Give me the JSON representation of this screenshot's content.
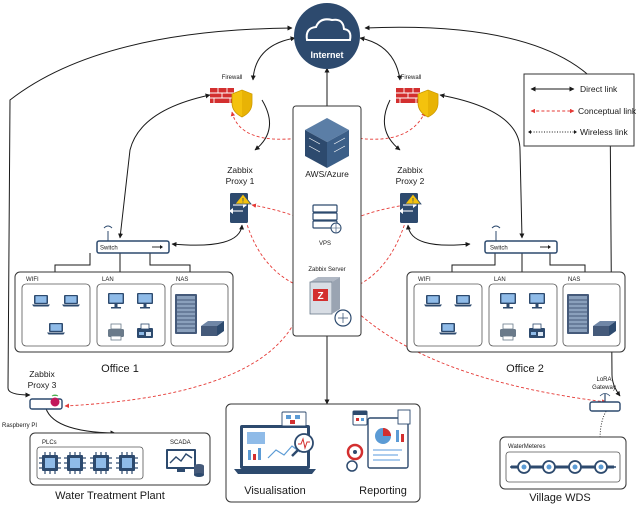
{
  "internet": "Internet",
  "firewall_left": "Firewall",
  "firewall_right": "Firewall",
  "aws": "AWS/Azure",
  "vps": "VPS",
  "zabbix_server": "Zabbix Server",
  "proxy1": [
    "Zabbix",
    "Proxy 1"
  ],
  "proxy2": [
    "Zabbix",
    "Proxy 2"
  ],
  "proxy3": [
    "Zabbix",
    "Proxy 3"
  ],
  "switch_left": "Switch",
  "switch_right": "Switch",
  "office1": {
    "title": "Office 1",
    "wifi": "WIFI",
    "lan": "LAN",
    "nas": "NAS"
  },
  "office2": {
    "title": "Office 2",
    "wifi": "WIFI",
    "lan": "LAN",
    "nas": "NAS"
  },
  "raspberry": "Raspberry PI",
  "lora": [
    "LoRA",
    "Gateway"
  ],
  "water_plant": {
    "title": "Water Treatment Plant",
    "plcs": "PLCs",
    "scada": "SCADA"
  },
  "village": {
    "title": "Village WDS",
    "meters": "WaterMeteres"
  },
  "visualisation": "Visualisation",
  "reporting": "Reporting",
  "legend": {
    "direct": "Direct link",
    "conceptual": "Conceptual link",
    "wireless": "Wireless link"
  },
  "colors": {
    "internet": "#2d4a6e",
    "firewall": "#d32f2f",
    "shield": "#f4c20d",
    "aws": "#2d4a6e",
    "conceptual": "#e53935",
    "device": "#2d4a6e",
    "screen": "#5b9bd5"
  }
}
